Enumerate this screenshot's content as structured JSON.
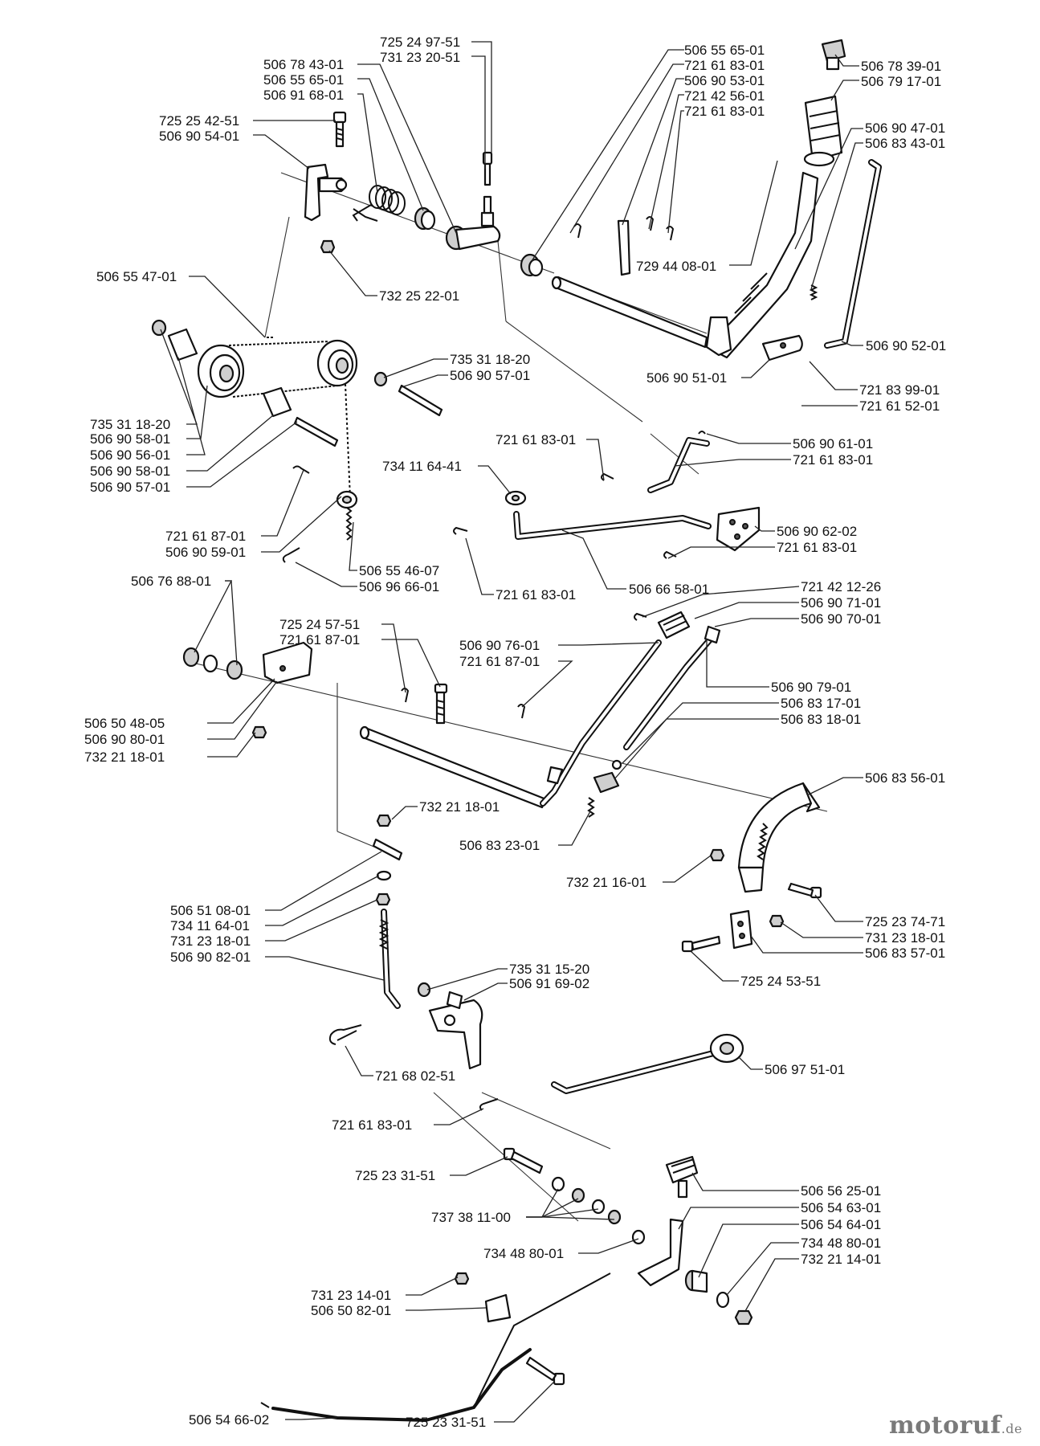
{
  "labels": {
    "p_725_24_97_51_top": "725 24 97-51",
    "p_731_23_20_51": "731 23 20-51",
    "p_506_78_43_01": "506 78 43-01",
    "p_506_55_65_01_a": "506 55 65-01",
    "p_506_91_68_01": "506 91 68-01",
    "p_725_25_42_51": "725 25 42-51",
    "p_506_90_54_01": "506 90 54-01",
    "p_506_55_65_01_b": "506 55 65-01",
    "p_721_61_83_01_a": "721 61 83-01",
    "p_506_90_53_01": "506 90 53-01",
    "p_721_42_56_01": "721 42 56-01",
    "p_721_61_83_01_b": "721 61 83-01",
    "p_506_78_39_01": "506 78 39-01",
    "p_506_79_17_01": "506 79 17-01",
    "p_506_90_47_01": "506 90 47-01",
    "p_506_83_43_01": "506 83 43-01",
    "p_729_44_08_01": "729 44 08-01",
    "p_506_55_47_01": "506 55 47-01",
    "p_732_25_22_01": "732 25 22-01",
    "p_506_90_52_01": "506 90 52-01",
    "p_735_31_18_20_r": "735 31 18-20",
    "p_506_90_57_01_r": "506 90 57-01",
    "p_506_90_51_01": "506 90 51-01",
    "p_721_83_99_01": "721 83 99-01",
    "p_721_61_52_01": "721 61 52-01",
    "p_735_31_18_20_l": "735 31 18-20",
    "p_506_90_58_01_a": "506 90 58-01",
    "p_506_90_56_01": "506 90 56-01",
    "p_506_90_58_01_b": "506 90 58-01",
    "p_506_90_57_01_l": "506 90 57-01",
    "p_721_61_83_01_c": "721 61 83-01",
    "p_506_90_61_01": "506 90 61-01",
    "p_721_61_83_01_d": "721 61 83-01",
    "p_734_11_64_41": "734 11 64-41",
    "p_506_90_62_02": "506 90 62-02",
    "p_721_61_83_01_e": "721 61 83-01",
    "p_721_61_87_01_a": "721 61 87-01",
    "p_506_90_59_01": "506 90 59-01",
    "p_506_66_58_01": "506 66 58-01",
    "p_506_55_46_07": "506 55 46-07",
    "p_506_96_66_01": "506 96 66-01",
    "p_721_61_83_01_f": "721 61 83-01",
    "p_506_76_88_01": "506 76 88-01",
    "p_721_42_12_26": "721 42 12-26",
    "p_506_90_71_01": "506 90 71-01",
    "p_506_90_70_01": "506 90 70-01",
    "p_725_24_57_51": "725 24 57-51",
    "p_721_61_87_01_b": "721 61 87-01",
    "p_506_90_76_01": "506 90 76-01",
    "p_721_61_87_01_c": "721 61 87-01",
    "p_506_90_79_01": "506 90 79-01",
    "p_506_83_17_01": "506 83 17-01",
    "p_506_83_18_01": "506 83 18-01",
    "p_506_50_48_05": "506 50 48-05",
    "p_506_90_80_01": "506 90 80-01",
    "p_732_21_18_01_a": "732 21 18-01",
    "p_506_83_56_01": "506 83 56-01",
    "p_732_21_18_01_b": "732 21 18-01",
    "p_506_83_23_01": "506 83 23-01",
    "p_732_21_16_01": "732 21 16-01",
    "p_506_51_08_01": "506 51 08-01",
    "p_734_11_64_01": "734 11 64-01",
    "p_731_23_18_01_l": "731 23 18-01",
    "p_506_90_82_01": "506 90 82-01",
    "p_725_23_74_71": "725 23 74-71",
    "p_731_23_18_01_r": "731 23 18-01",
    "p_506_83_57_01": "506 83 57-01",
    "p_725_24_53_51": "725 24 53-51",
    "p_735_31_15_20": "735 31 15-20",
    "p_506_91_69_02": "506 91 69-02",
    "p_721_68_02_51": "721 68 02-51",
    "p_506_97_51_01": "506 97 51-01",
    "p_721_61_83_01_g": "721 61 83-01",
    "p_725_23_31_51_a": "725 23 31-51",
    "p_506_56_25_01": "506 56 25-01",
    "p_737_38_11_00": "737 38 11-00",
    "p_506_54_63_01": "506 54 63-01",
    "p_506_54_64_01": "506 54 64-01",
    "p_734_48_80_01_l": "734 48 80-01",
    "p_734_48_80_01_r": "734 48 80-01",
    "p_732_21_14_01": "732 21 14-01",
    "p_731_23_14_01": "731 23 14-01",
    "p_506_50_82_01": "506 50 82-01",
    "p_506_54_66_02": "506 54 66-02",
    "p_725_23_31_51_b": "725 23 31-51"
  },
  "brand": {
    "name": "motoruf",
    "suffix": ".de"
  }
}
